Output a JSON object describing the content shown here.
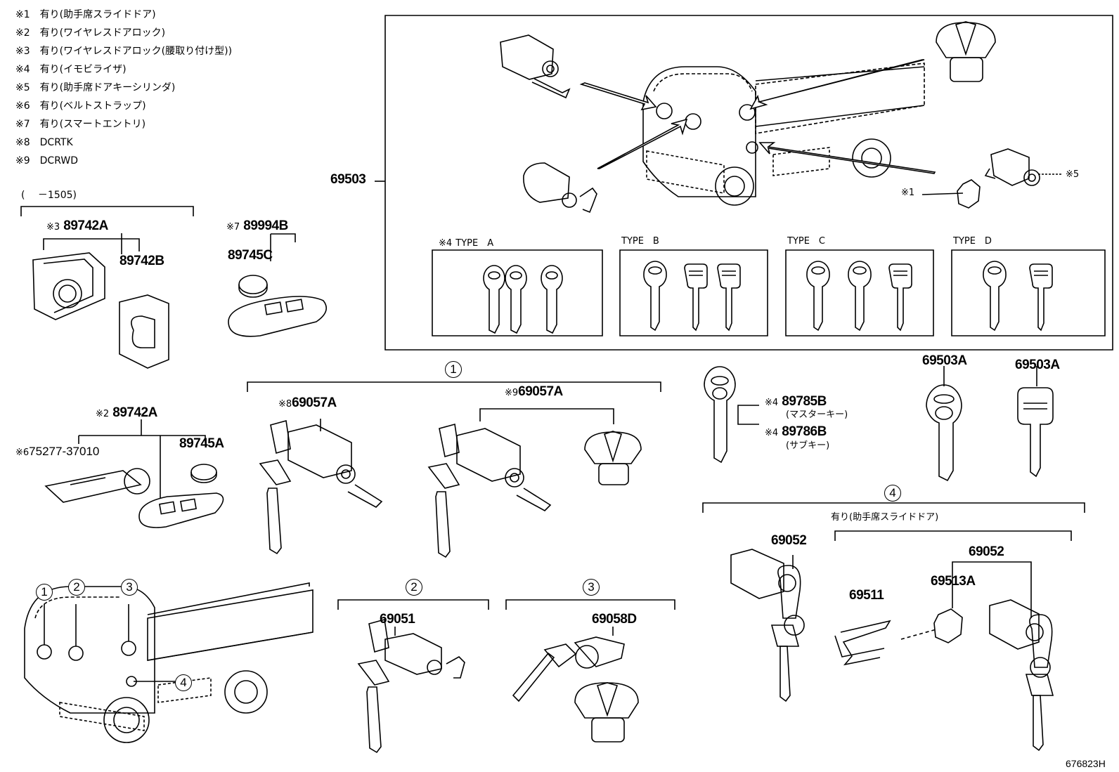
{
  "notes": [
    {
      "mark": "※1",
      "text": "有り(助手席スライドドア)"
    },
    {
      "mark": "※2",
      "text": "有り(ワイヤレスドアロック)"
    },
    {
      "mark": "※3",
      "text": "有り(ワイヤレスドアロック(腰取り付け型))"
    },
    {
      "mark": "※4",
      "text": "有り(イモビライザ)"
    },
    {
      "mark": "※5",
      "text": "有り(助手席ドアキーシリンダ)"
    },
    {
      "mark": "※6",
      "text": "有り(ベルトストラップ)"
    },
    {
      "mark": "※7",
      "text": "有り(スマートエントリ)"
    },
    {
      "mark": "※8",
      "text": "DCRTK"
    },
    {
      "mark": "※9",
      "text": "DCRWD"
    }
  ],
  "period": "(　 －1505)",
  "parts": {
    "p69503": "69503",
    "m3": "※3",
    "p89742A_3": "89742A",
    "p89742B": "89742B",
    "m7": "※7",
    "p89994B": "89994B",
    "p89745C": "89745C",
    "m2": "※2",
    "p89742A_2": "89742A",
    "m6": "※6",
    "p75277": "75277-37010",
    "p89745A": "89745A",
    "m8": "※8",
    "p69057A_8": "69057A",
    "m9": "※9",
    "p69057A_9": "69057A",
    "m4a": "※4",
    "p89785B": "89785B",
    "master": "(マスターキー)",
    "m4b": "※4",
    "p89786B": "89786B",
    "sub": "(サブキー)",
    "p69503A_1": "69503A",
    "p69503A_2": "69503A",
    "p69051": "69051",
    "p69058D": "69058D",
    "p69052_1": "69052",
    "p69052_2": "69052",
    "p69511": "69511",
    "p69513A": "69513A",
    "m1": "※1",
    "m5": "※5",
    "slide": "有り(助手席スライドドア)"
  },
  "types": {
    "a_mark": "※4",
    "a": "TYPE　A",
    "b": "TYPE　B",
    "c": "TYPE　C",
    "d": "TYPE　D"
  },
  "callouts": [
    "1",
    "2",
    "3",
    "4"
  ],
  "diagram_id": "676823H"
}
